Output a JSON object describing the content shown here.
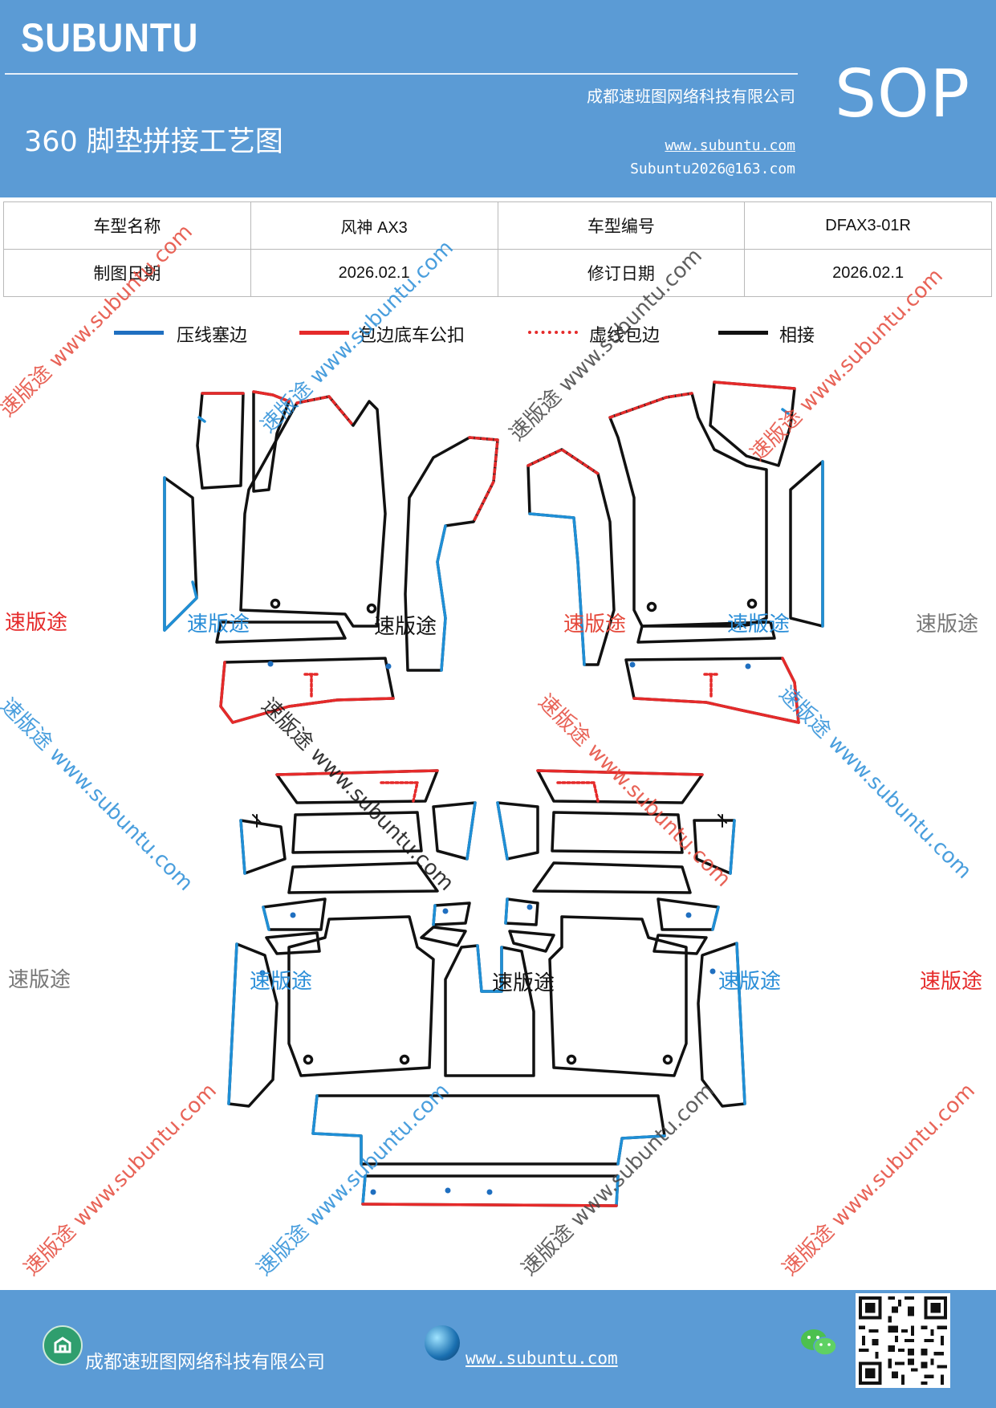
{
  "header": {
    "brand": "SUBUNTU",
    "doc_type": "SOP",
    "title": "360 脚垫拼接工艺图",
    "company": "成都速班图网络科技有限公司",
    "website": "www.subuntu.com",
    "email": "Subuntu2026@163.com"
  },
  "info_table": {
    "model_name_label": "车型名称",
    "model_name_value": "风神 AX3",
    "model_code_label": "车型编号",
    "model_code_value": "DFAX3-01R",
    "draw_date_label": "制图日期",
    "draw_date_value": "2026.02.1",
    "revise_date_label": "修订日期",
    "revise_date_value": "2026.02.1"
  },
  "legend": [
    {
      "label": "压线塞边",
      "color": "#1f6fc0",
      "style": "solid"
    },
    {
      "label": "包边底车公扣",
      "color": "#e52a2a",
      "style": "solid"
    },
    {
      "label": "虚线包边",
      "color": "#e52a2a",
      "style": "dotted"
    },
    {
      "label": "相接",
      "color": "#111111",
      "style": "solid"
    }
  ],
  "watermarks": {
    "cn": "速版途",
    "url": "www.subuntu.com",
    "combo": "速版途 www.subuntu.com"
  },
  "footer": {
    "company": "成都速班图网络科技有限公司",
    "website": "www.subuntu.com"
  },
  "colors": {
    "header_bg": "#5b9bd5",
    "blue_edge": "#1f8fd6",
    "red_edge": "#e52a2a",
    "black_edge": "#111111"
  }
}
